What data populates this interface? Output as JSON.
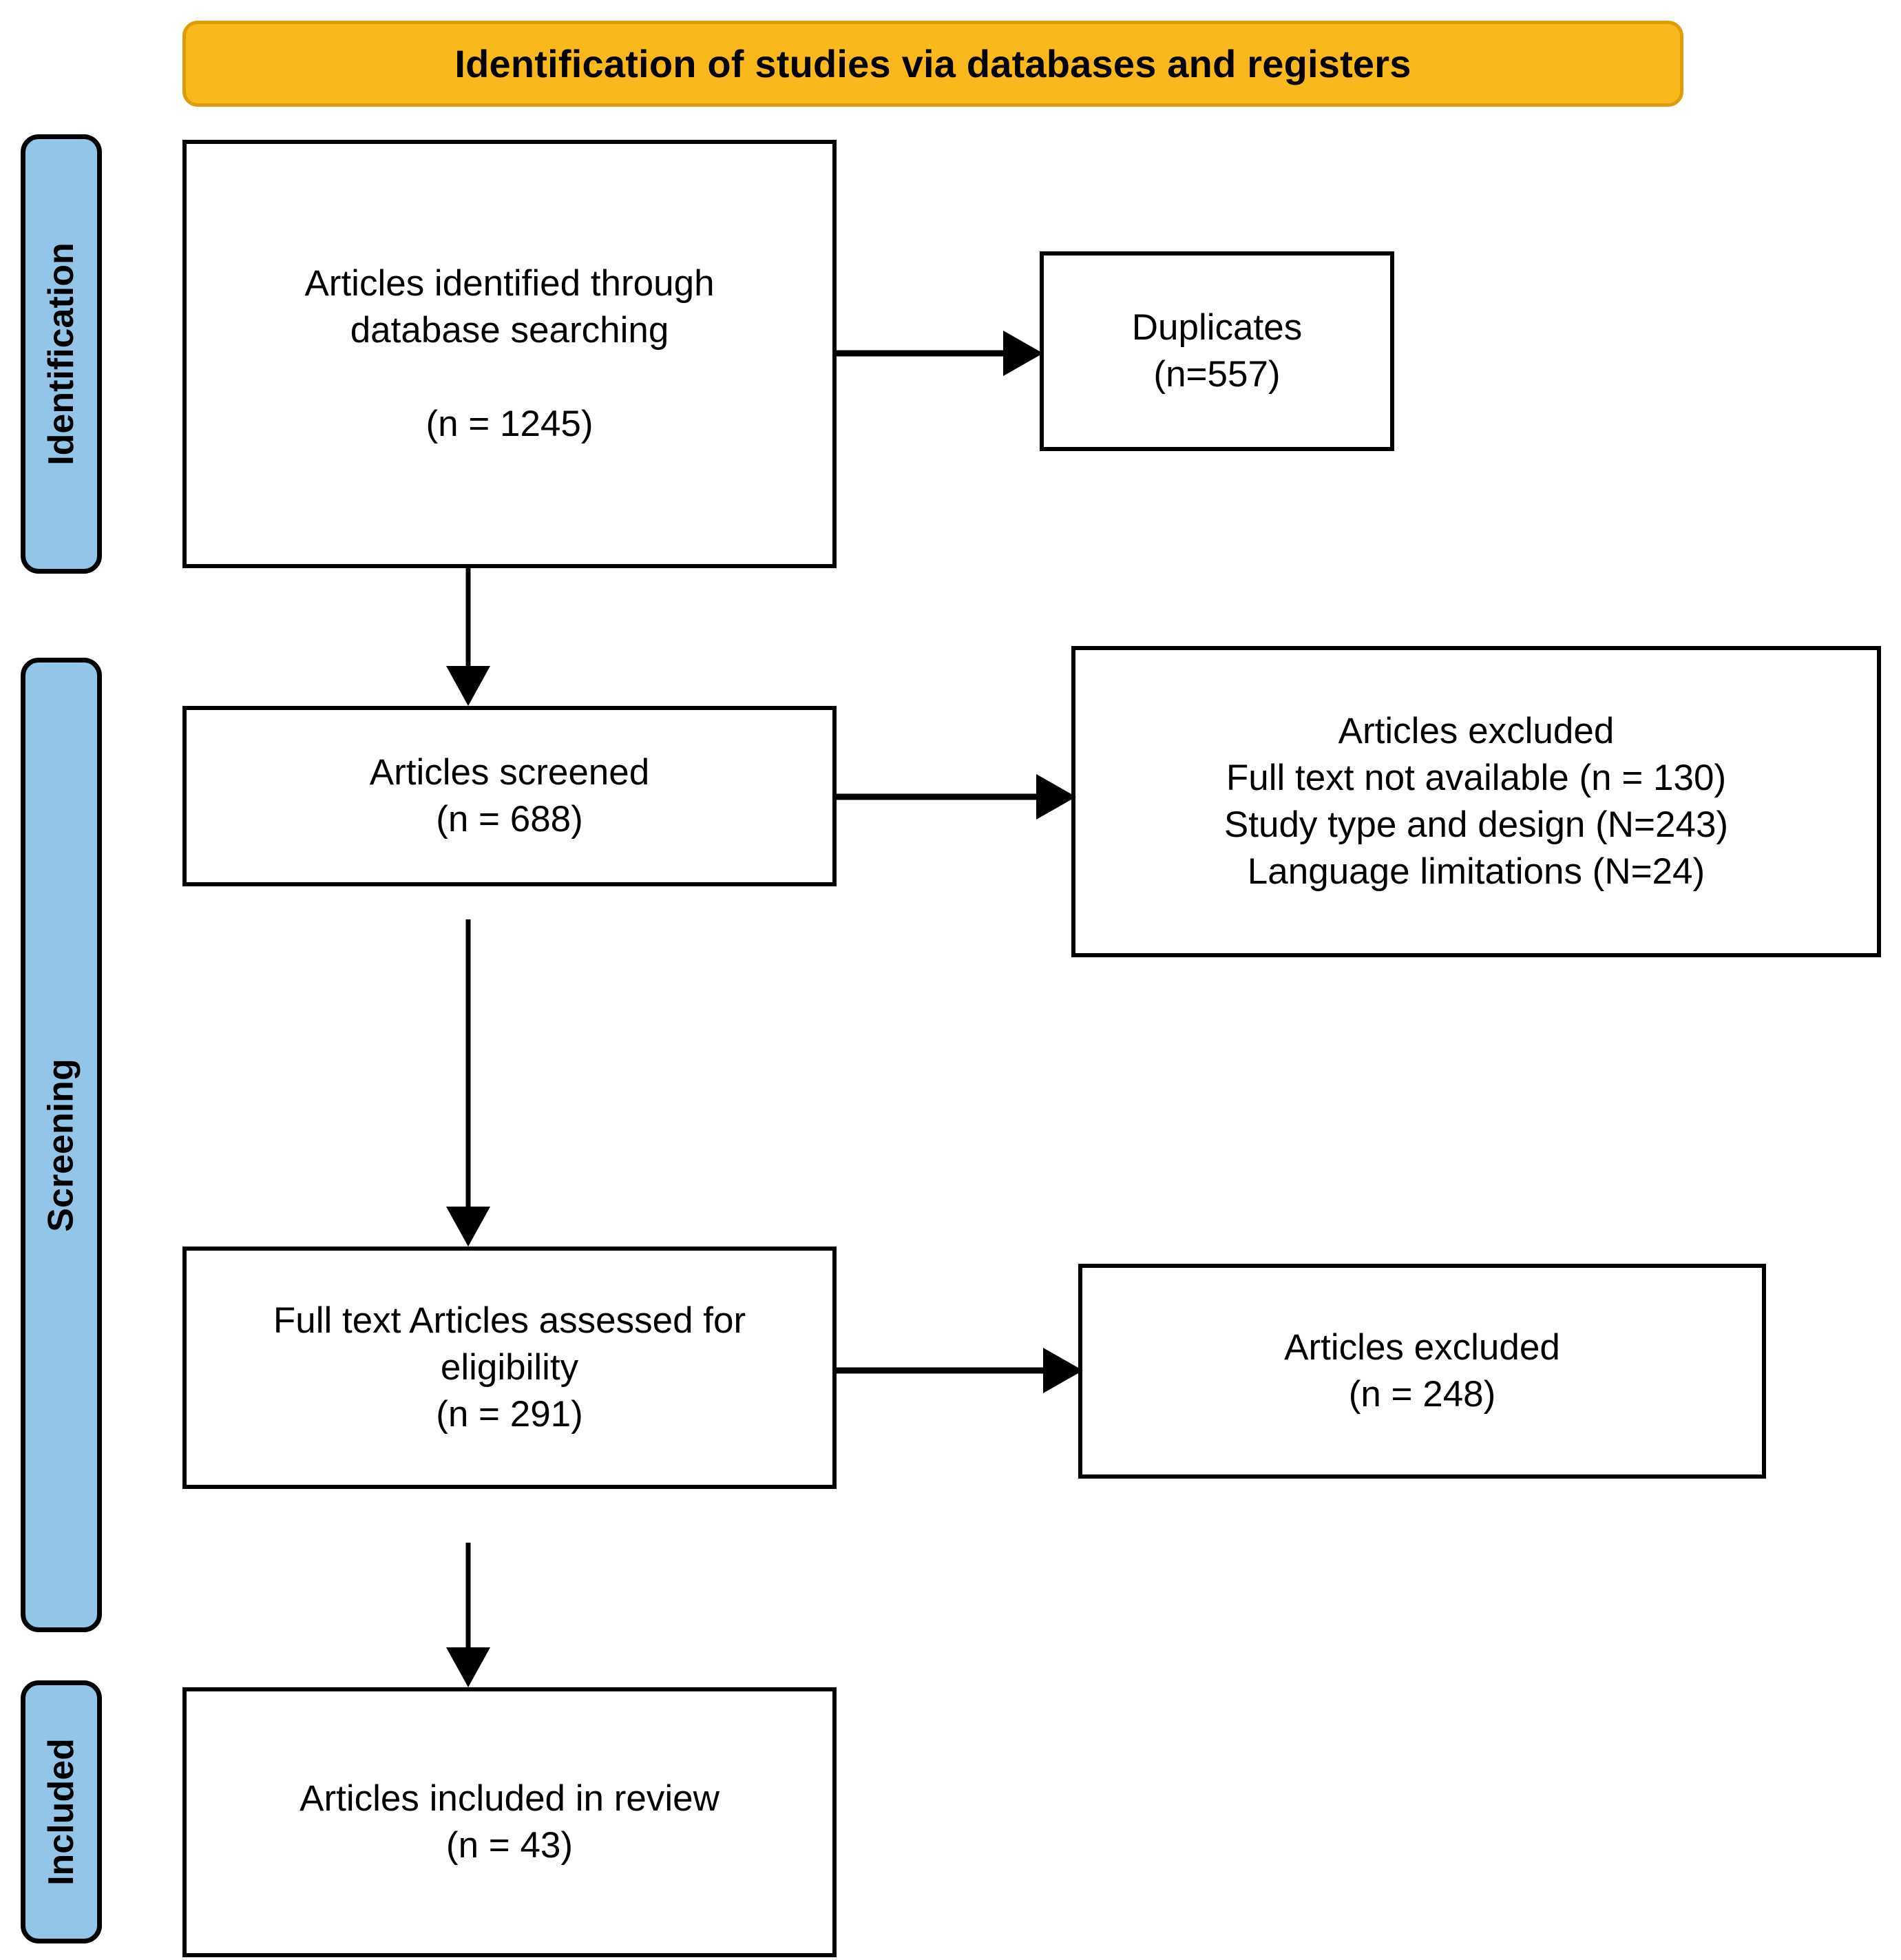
{
  "banner": {
    "title": "Identification of studies via databases and registers"
  },
  "stages": [
    {
      "id": "identification",
      "label": "Identification"
    },
    {
      "id": "screening",
      "label": "Screening"
    },
    {
      "id": "included",
      "label": "Included"
    }
  ],
  "boxes": {
    "identified": {
      "text": "Articles identified through\ndatabase searching\n\n(n = 1245)"
    },
    "duplicates": {
      "text": "Duplicates\n(n=557)"
    },
    "screened": {
      "text": "Articles screened\n(n = 688)"
    },
    "excluded_screening": {
      "text": "Articles excluded\nFull text not available (n = 130)\nStudy type and design (N=243)\nLanguage limitations (N=24)"
    },
    "fulltext": {
      "text": "Full text Articles assessed for\neligibility\n(n = 291)"
    },
    "excluded_eligibility": {
      "text": "Articles excluded\n(n = 248)"
    },
    "included": {
      "text": "Articles included in review\n(n = 43)"
    }
  },
  "colors": {
    "banner_fill": "#F9B81C",
    "banner_border": "#DE9D08",
    "stage_tab_fill": "#92C5E8",
    "box_border": "#000000",
    "text": "#000000"
  }
}
